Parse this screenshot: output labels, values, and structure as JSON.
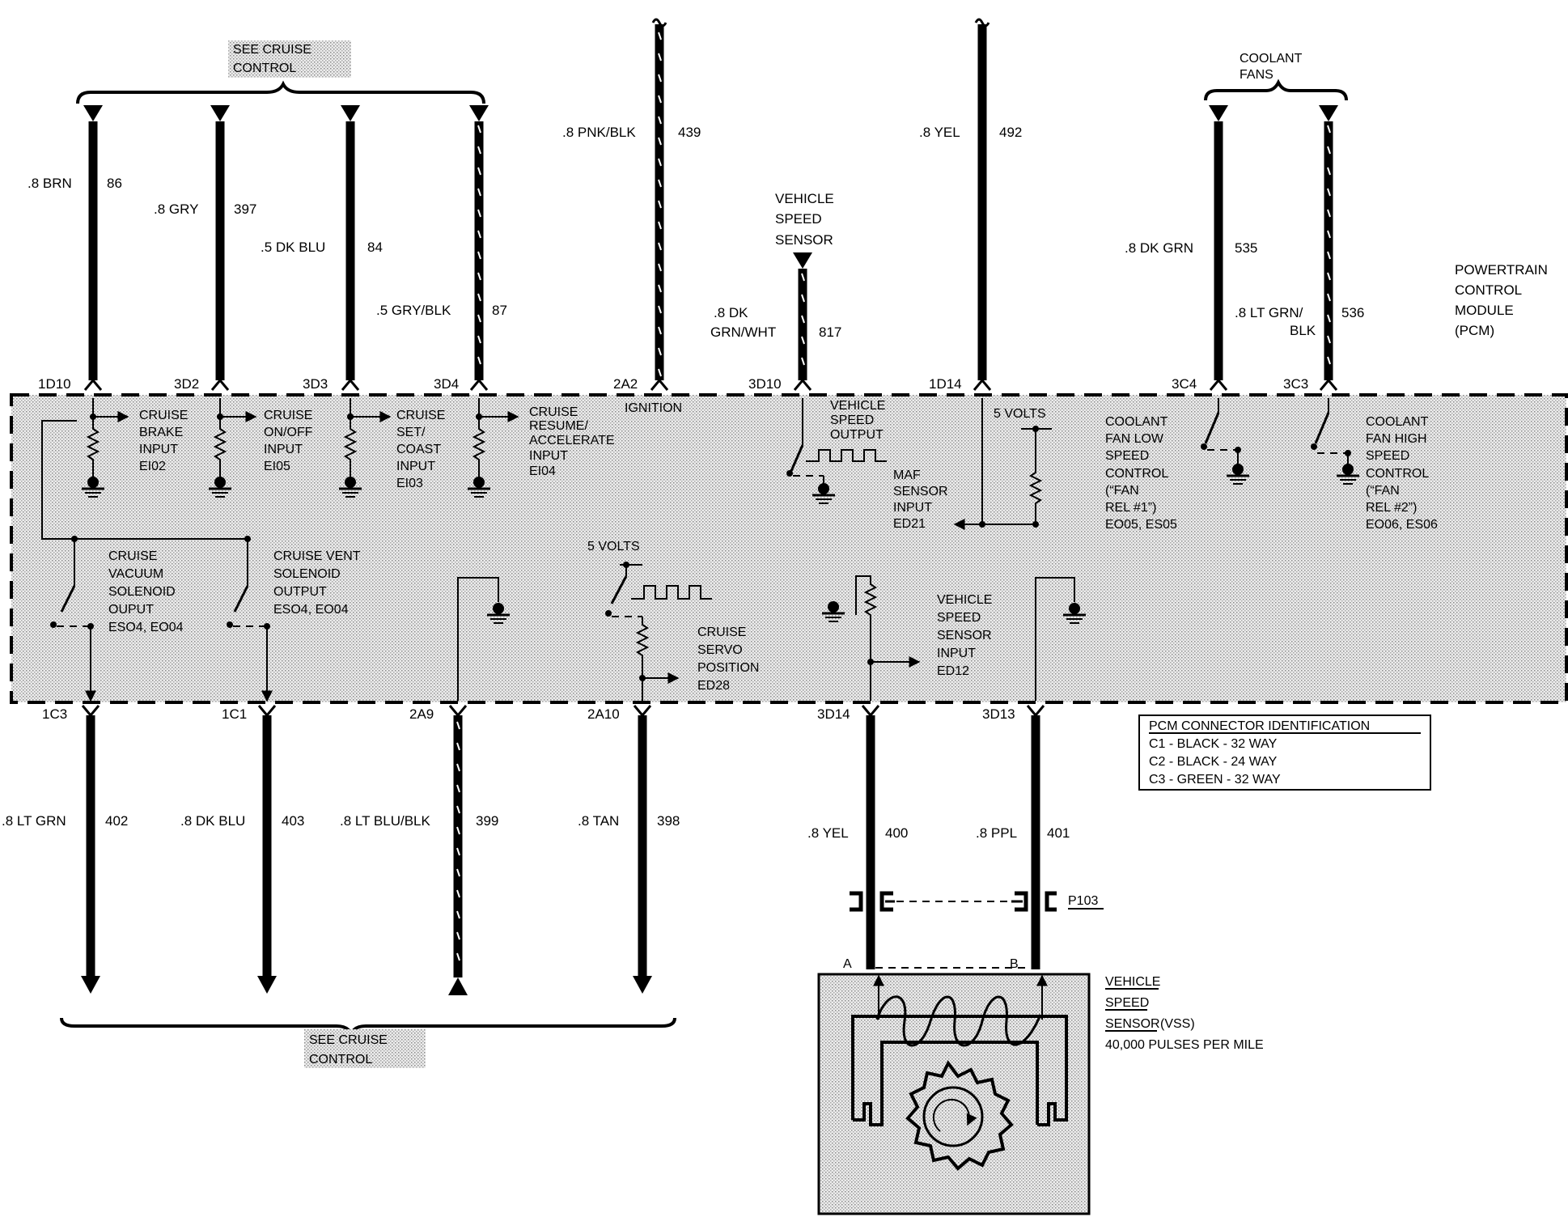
{
  "colors": {
    "ink": "#000000",
    "module_fill": "#d9d9d9",
    "paper": "#ffffff"
  },
  "refs": {
    "cruise_top": "SEE CRUISE CONTROL",
    "cruise_bottom": "SEE CRUISE CONTROL",
    "coolant_fans": "COOLANT FANS"
  },
  "module": {
    "name": "POWERTRAIN CONTROL MODULE (PCM)",
    "name_l1": "POWERTRAIN",
    "name_l2": "CONTROL",
    "name_l3": "MODULE",
    "name_l4": "(PCM)"
  },
  "top_wires": [
    {
      "pin": "1D10",
      "gauge_color": ".8 BRN",
      "circuit": "86"
    },
    {
      "pin": "3D2",
      "gauge_color": ".8 GRY",
      "circuit": "397"
    },
    {
      "pin": "3D3",
      "gauge_color": ".5 DK BLU",
      "circuit": "84"
    },
    {
      "pin": "3D4",
      "gauge_color": ".5 GRY/BLK",
      "circuit": "87"
    },
    {
      "pin": "2A2",
      "gauge_color": ".8 PNK/BLK",
      "circuit": "439"
    },
    {
      "pin": "3D10",
      "gauge_color_l1": ".8 DK",
      "gauge_color_l2": "GRN/WHT",
      "circuit": "817"
    },
    {
      "pin": "1D14",
      "gauge_color": ".8 YEL",
      "circuit": "492"
    },
    {
      "pin": "3C4",
      "gauge_color": ".8 DK GRN",
      "circuit": "535"
    },
    {
      "pin": "3C3",
      "gauge_color_l1": ".8 LT GRN/",
      "gauge_color_l2": "BLK",
      "circuit": "536"
    }
  ],
  "bottom_wires": [
    {
      "pin": "1C3",
      "gauge_color": ".8 LT GRN",
      "circuit": "402"
    },
    {
      "pin": "1C1",
      "gauge_color": ".8 DK BLU",
      "circuit": "403"
    },
    {
      "pin": "2A9",
      "gauge_color": ".8 LT BLU/BLK",
      "circuit": "399"
    },
    {
      "pin": "2A10",
      "gauge_color": ".8 TAN",
      "circuit": "398"
    },
    {
      "pin": "3D14",
      "gauge_color": ".8 YEL",
      "circuit": "400"
    },
    {
      "pin": "3D13",
      "gauge_color": ".8 PPL",
      "circuit": "401"
    }
  ],
  "vss_top": {
    "l1": "VEHICLE",
    "l2": "SPEED",
    "l3": "SENSOR"
  },
  "internal": {
    "cruise_brake": [
      "CRUISE",
      "BRAKE",
      "INPUT",
      "EI02"
    ],
    "cruise_onoff": [
      "CRUISE",
      "ON/OFF",
      "INPUT",
      "EI05"
    ],
    "cruise_setcoast": [
      "CRUISE",
      "SET/",
      "COAST",
      "INPUT",
      "EI03"
    ],
    "cruise_resume": [
      "CRUISE",
      "RESUME/",
      "ACCELERATE",
      "INPUT",
      "EI04"
    ],
    "ignition": "IGNITION",
    "vss_output": [
      "VEHICLE",
      "SPEED",
      "OUTPUT"
    ],
    "maf": [
      "MAF",
      "SENSOR",
      "INPUT",
      "ED21"
    ],
    "five_volts_a": "5 VOLTS",
    "five_volts_b": "5 VOLTS",
    "fan_low": [
      "COOLANT",
      "FAN LOW",
      "SPEED",
      "CONTROL",
      "(“FAN",
      "REL #1”)",
      "EO05, ES05"
    ],
    "fan_high": [
      "COOLANT",
      "FAN HIGH",
      "SPEED",
      "CONTROL",
      "(“FAN",
      "REL #2”)",
      "EO06, ES06"
    ],
    "cruise_vacuum": [
      "CRUISE",
      "VACUUM",
      "SOLENOID",
      "OUPUT",
      "ESO4, EO04"
    ],
    "cruise_vent": [
      "CRUISE VENT",
      "SOLENOID",
      "OUTPUT",
      "ESO4, EO04"
    ],
    "servo": [
      "CRUISE",
      "SERVO",
      "POSITION",
      "ED28"
    ],
    "vss_input": [
      "VEHICLE",
      "SPEED",
      "SENSOR",
      "INPUT",
      "ED12"
    ]
  },
  "connector_id": {
    "title": "PCM CONNECTOR IDENTIFICATION",
    "rows": [
      "C1 - BLACK - 32 WAY",
      "C2 - BLACK - 24 WAY",
      "C3 - GREEN - 32 WAY"
    ]
  },
  "connector": {
    "name": "P103",
    "pin_a": "A",
    "pin_b": "B"
  },
  "vss": {
    "l1": "VEHICLE",
    "l2": "SPEED",
    "l3": "SENSOR",
    "abbr": "(VSS)",
    "pulses": "40,000 PULSES PER MILE"
  }
}
